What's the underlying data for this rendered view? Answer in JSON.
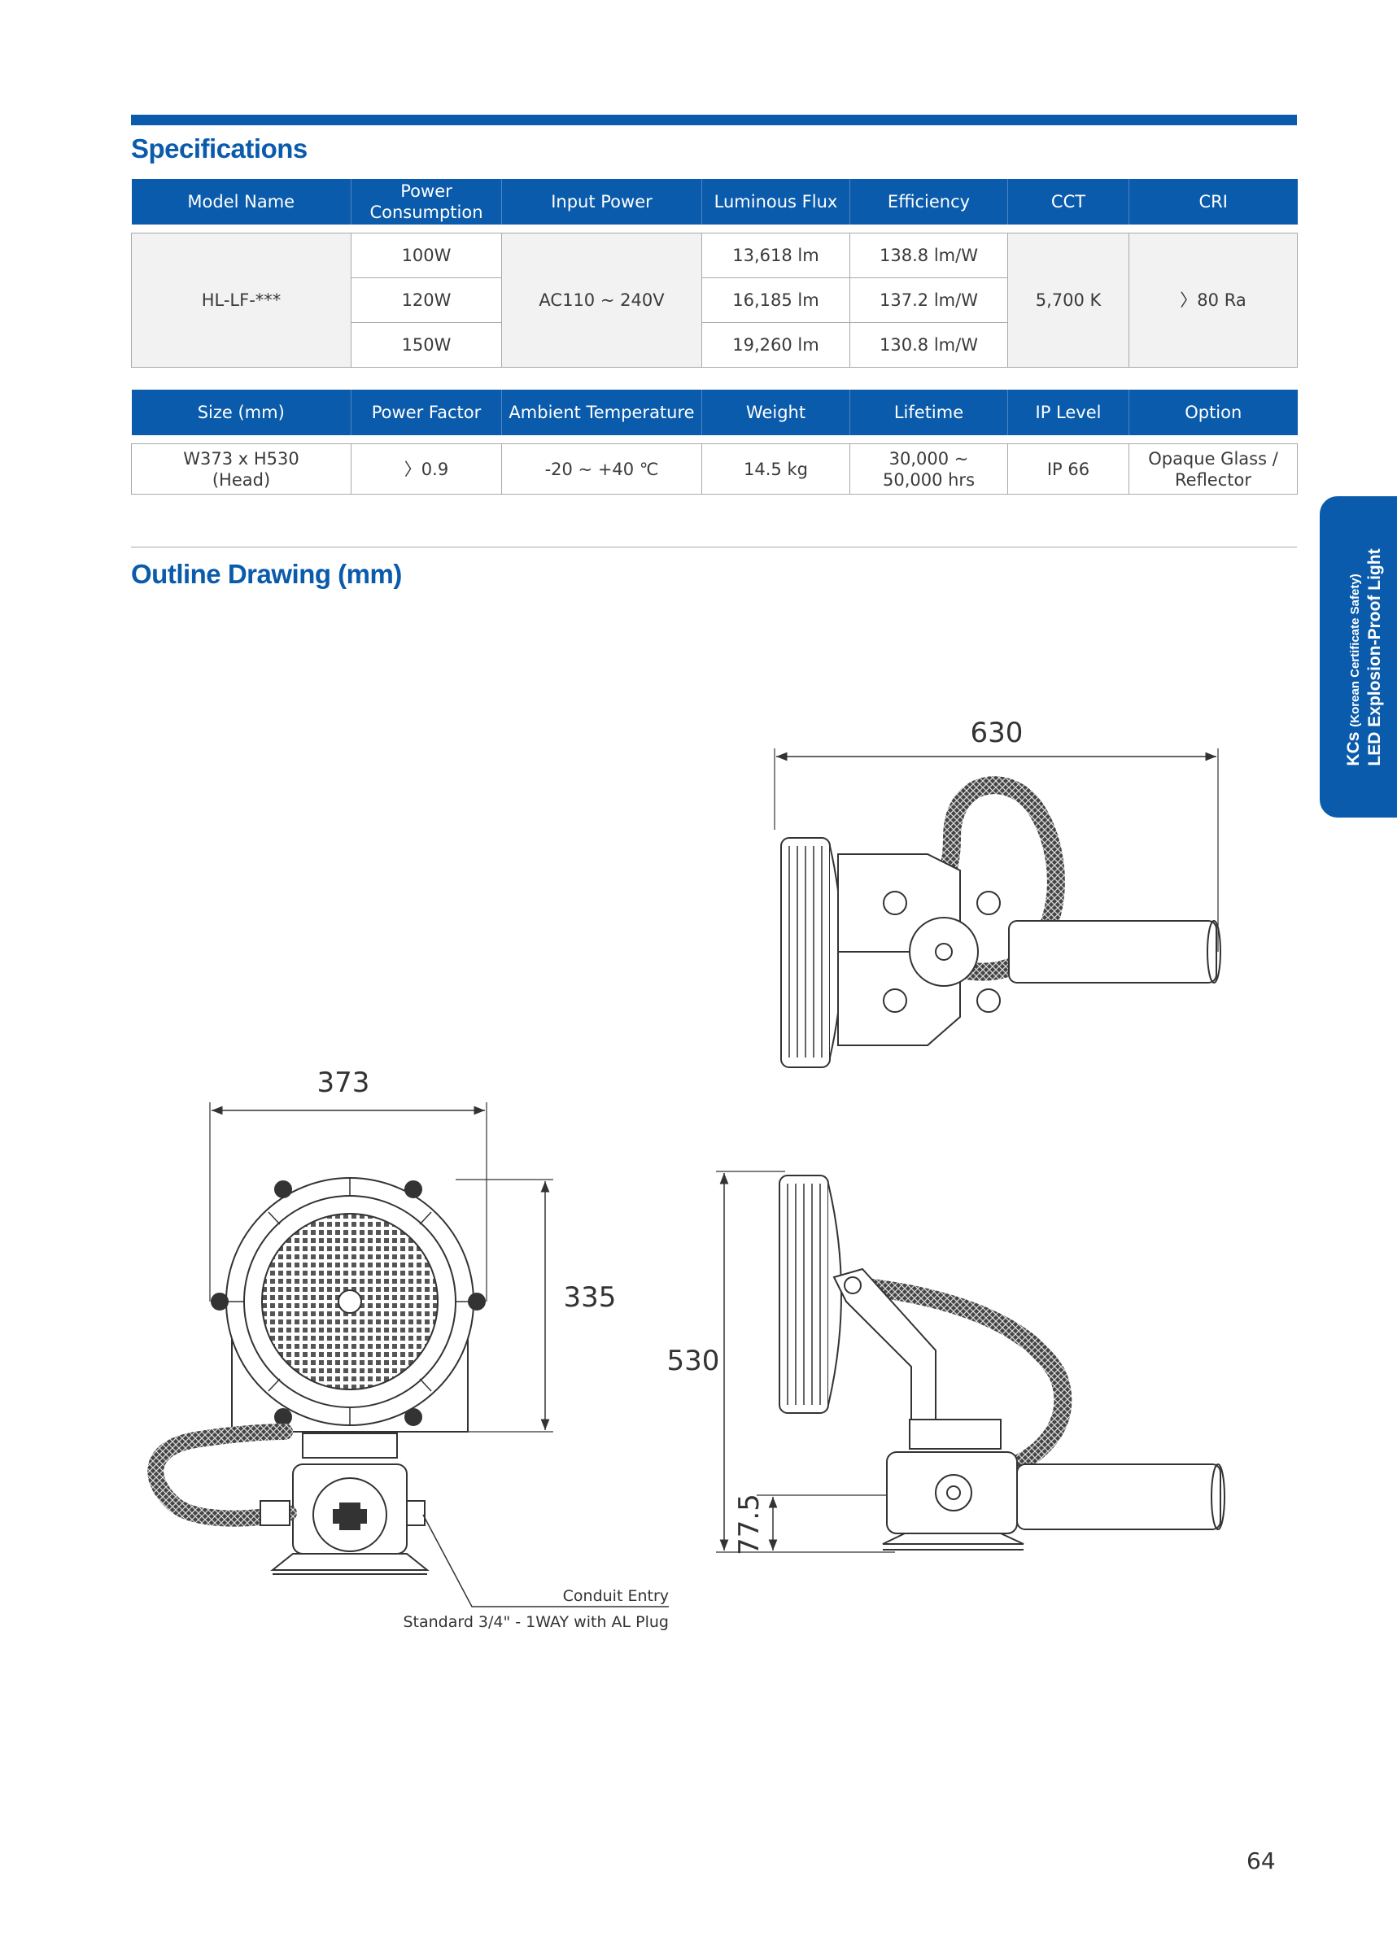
{
  "headings": {
    "specifications": "Specifications",
    "outline_drawing": "Outline Drawing (mm)"
  },
  "spec_table_1": {
    "headers": [
      "Model Name",
      "Power\nConsumption",
      "Input Power",
      "Luminous Flux",
      "Efficiency",
      "CCT",
      "CRI"
    ],
    "model_name": "HL-LF-***",
    "input_power": "AC110 ~ 240V",
    "cct": "5,700 K",
    "cri": "〉80 Ra",
    "rows": [
      {
        "power": "100W",
        "flux": "13,618 lm",
        "efficiency": "138.8 lm/W"
      },
      {
        "power": "120W",
        "flux": "16,185 lm",
        "efficiency": "137.2 lm/W"
      },
      {
        "power": "150W",
        "flux": "19,260 lm",
        "efficiency": "130.8 lm/W"
      }
    ]
  },
  "spec_table_2": {
    "headers": [
      "Size (mm)",
      "Power Factor",
      "Ambient Temperature",
      "Weight",
      "Lifetime",
      "IP Level",
      "Option"
    ],
    "values": [
      "W373 x H530\n(Head)",
      "〉0.9",
      "-20 ~ +40 ℃",
      "14.5 kg",
      "30,000 ~\n50,000 hrs",
      "IP 66",
      "Opaque Glass /\nReflector"
    ]
  },
  "side_tab": {
    "brand": "KCs",
    "brand_note": "(Korean Certificate Safety)",
    "category": "LED Explosion-Proof Light"
  },
  "drawing": {
    "dim_width_top": "630",
    "dim_width_front": "373",
    "dim_height_front": "335",
    "dim_height_side": "530",
    "dim_base_side": "77.5",
    "callout_line1": "Conduit Entry",
    "callout_line2": "Standard 3/4\" - 1WAY with AL Plug"
  },
  "page_number": "64",
  "colors": {
    "brand_blue": "#0a5bab",
    "border_gray": "#a9a9a9",
    "shade": "#f2f2f2"
  }
}
